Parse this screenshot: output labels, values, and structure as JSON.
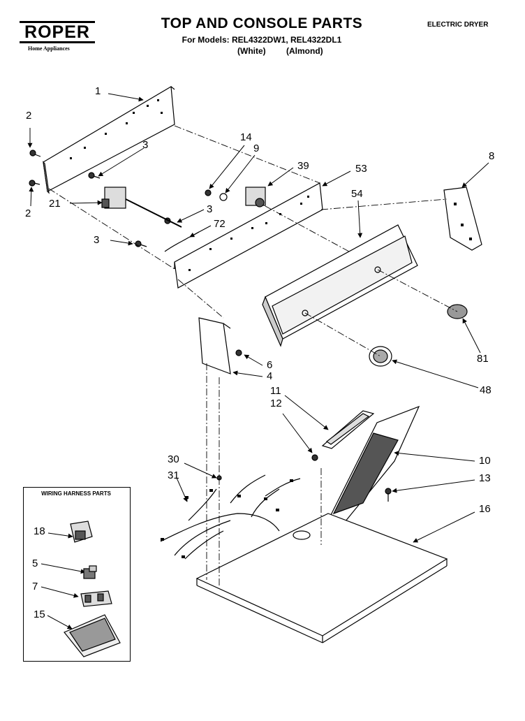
{
  "header": {
    "brand": "ROPER",
    "brand_sub": "Home Appliances",
    "title": "TOP AND CONSOLE PARTS",
    "models_line": "For Models: REL4322DW1, REL4322DL1",
    "finish_1": "(White)",
    "finish_2": "(Almond)",
    "doc_type": "ELECTRIC DRYER"
  },
  "harness_box": {
    "title": "WIRING HARNESS PARTS"
  },
  "callouts": {
    "c1": "1",
    "c2a": "2",
    "c2b": "2",
    "c3a": "3",
    "c3b": "3",
    "c3c": "3",
    "c21": "21",
    "c14": "14",
    "c9": "9",
    "c39": "39",
    "c53": "53",
    "c54": "54",
    "c72": "72",
    "c8": "8",
    "c81": "81",
    "c48": "48",
    "c6": "6",
    "c4": "4",
    "c11": "11",
    "c12": "12",
    "c10": "10",
    "c13": "13",
    "c16": "16",
    "c30": "30",
    "c31": "31",
    "c18": "18",
    "c5": "5",
    "c7": "7",
    "c15": "15"
  }
}
